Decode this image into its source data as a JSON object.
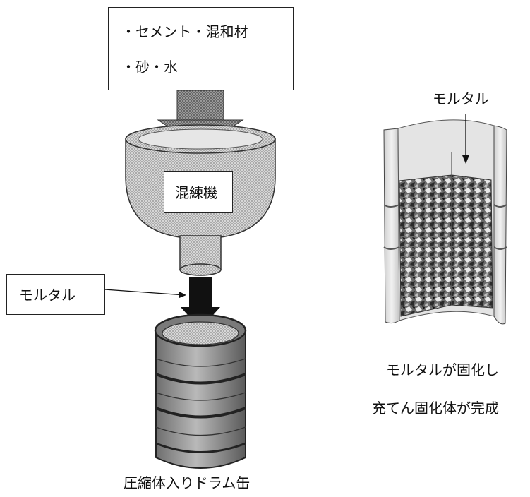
{
  "inputs_box": {
    "line1": "・セメント・混和材",
    "line2": "・砂・水"
  },
  "mixer": {
    "label": "混練機"
  },
  "mortar_callout": {
    "label": "モルタル"
  },
  "drum": {
    "caption": "圧縮体入りドラム缶"
  },
  "cutaway": {
    "top_label": "モルタル",
    "caption_line1": "モルタルが固化し",
    "caption_line2": "充てん固化体が完成"
  }
}
